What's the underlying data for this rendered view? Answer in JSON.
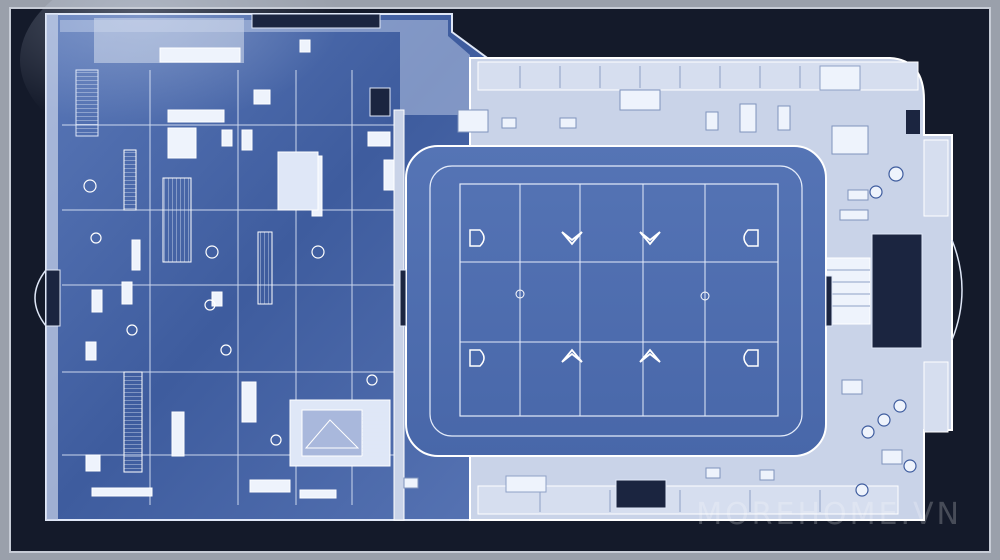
{
  "image": {
    "watermark": "MOREHOME.VN"
  },
  "colors": {
    "frame": "#9aa0ab",
    "background": "#141a2a",
    "floor_dark": "#3e5c9e",
    "floor_light": "#c9d3e8",
    "court": "#4b6aad",
    "line": "#dfe7f7",
    "dark_panel": "#1b2540"
  },
  "icons": [
    "dome-arc-left",
    "dome-arc-right"
  ]
}
